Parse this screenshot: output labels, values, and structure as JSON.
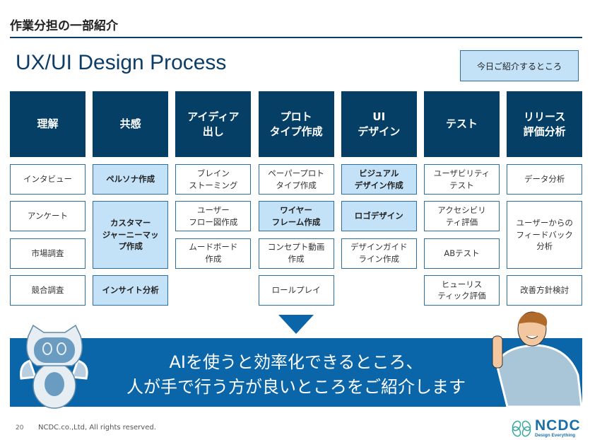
{
  "header": {
    "title": "作業分担の一部紹介",
    "subtitle": "UX/UI Design Process",
    "today_badge": "今日ご紹介するところ"
  },
  "colors": {
    "header": "#063f66",
    "banner": "#0a66a8",
    "highlight": "#c3e2f8",
    "border": "#2a6fa8"
  },
  "columns": [
    {
      "title": "理解",
      "cells": [
        {
          "text": "インタビュー",
          "highlight": false
        },
        {
          "text": "アンケート",
          "highlight": false
        },
        {
          "text": "市場調査",
          "highlight": false
        },
        {
          "text": "競合調査",
          "highlight": false
        }
      ]
    },
    {
      "title": "共感",
      "cells": [
        {
          "text": "ペルソナ作成",
          "highlight": true
        },
        {
          "text": "カスタマー\nジャーニーマッ\nプ作成",
          "highlight": true
        },
        {
          "text": "インサイト分析",
          "highlight": true
        }
      ]
    },
    {
      "title": "アイディア\n出し",
      "cells": [
        {
          "text": "ブレイン\nストーミング",
          "highlight": false
        },
        {
          "text": "ユーザー\nフロー図作成",
          "highlight": false
        },
        {
          "text": "ムードボード\n作成",
          "highlight": false
        }
      ]
    },
    {
      "title": "プロト\nタイプ作成",
      "cells": [
        {
          "text": "ペーパープロト\nタイプ作成",
          "highlight": false
        },
        {
          "text": "ワイヤー\nフレーム作成",
          "highlight": true
        },
        {
          "text": "コンセプト動画\n作成",
          "highlight": false
        },
        {
          "text": "ロールプレイ",
          "highlight": false
        }
      ]
    },
    {
      "title": "UI\nデザイン",
      "cells": [
        {
          "text": "ビジュアル\nデザイン作成",
          "highlight": true
        },
        {
          "text": "ロゴデザイン",
          "highlight": true
        },
        {
          "text": "デザインガイド\nライン作成",
          "highlight": false
        }
      ]
    },
    {
      "title": "テスト",
      "cells": [
        {
          "text": "ユーザビリティ\nテスト",
          "highlight": false
        },
        {
          "text": "アクセシビリ\nティ評価",
          "highlight": false
        },
        {
          "text": "ABテスト",
          "highlight": false
        },
        {
          "text": "ヒューリス\nティック評価",
          "highlight": false
        }
      ]
    },
    {
      "title": "リリース\n評価分析",
      "cells": [
        {
          "text": "データ分析",
          "highlight": false
        },
        {
          "text": "ユーザーからの\nフィードバック\n分析",
          "highlight": false
        },
        {
          "text": "改善方針検討",
          "highlight": false
        }
      ]
    }
  ],
  "banner": {
    "text": "AIを使うと効率化できるところ、\n人が手で行う方が良いところをご紹介します"
  },
  "footer": {
    "page": "20",
    "copyright": "NCDC.co.,Ltd, All rights reserved.",
    "logo_name": "NCDC",
    "logo_tagline": "Design Everything"
  }
}
